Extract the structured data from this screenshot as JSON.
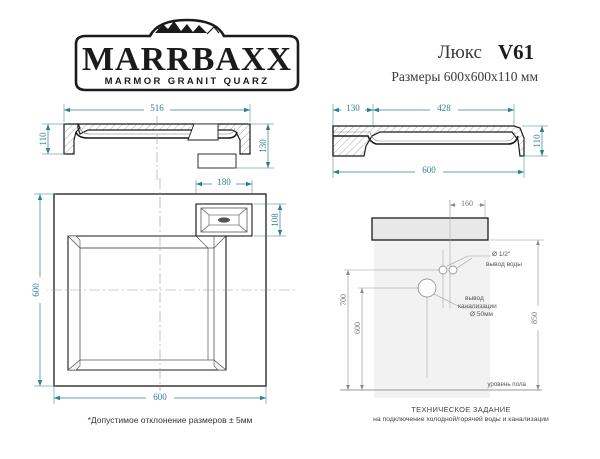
{
  "brand": {
    "name": "MARRBAXX",
    "tagline": "MARMOR GRANIT QUARZ",
    "mountain_icon": "mountain-icon"
  },
  "title": {
    "model_prefix": "Люкс",
    "model_code": "V61",
    "dimensions_line": "Размеры 600х600х110 мм"
  },
  "views": {
    "section_left": {
      "name": "front-section-view",
      "dim_top": "516",
      "dim_left": "110",
      "dim_right": "130"
    },
    "section_right": {
      "name": "side-section-view",
      "dim_top_left": "130",
      "dim_top_right": "428",
      "dim_bottom": "600",
      "dim_right": "110"
    },
    "plan": {
      "name": "top-plan-view",
      "dim_width": "600",
      "dim_height": "600",
      "dim_deck_width": "180",
      "dim_deck_height": "108"
    },
    "install": {
      "name": "installation-diagram",
      "dim_top": "160",
      "dim_water_height": "700",
      "dim_drain_height": "600",
      "dim_total_height": "850",
      "label_water_d": "Ø 1/2\"",
      "label_water": "вывод воды",
      "label_sewer_1": "вывод",
      "label_sewer_2": "канализации",
      "label_sewer_d": "Ø 50мм",
      "label_floor": "уровень пола"
    }
  },
  "captions": {
    "tolerance": "*Допустимое отклонение размеров ± 5мм",
    "spec_title": "ТЕХНИЧЕСКОЕ ЗАДАНИЕ",
    "spec_sub": "на подключение холодной/горячей воды и канализации"
  },
  "colors": {
    "dimension": "#2f7f8f",
    "gray_dimension": "#8a8a8a",
    "outline": "#1b1b1b",
    "fill_light": "#efefef",
    "background": "#ffffff"
  }
}
